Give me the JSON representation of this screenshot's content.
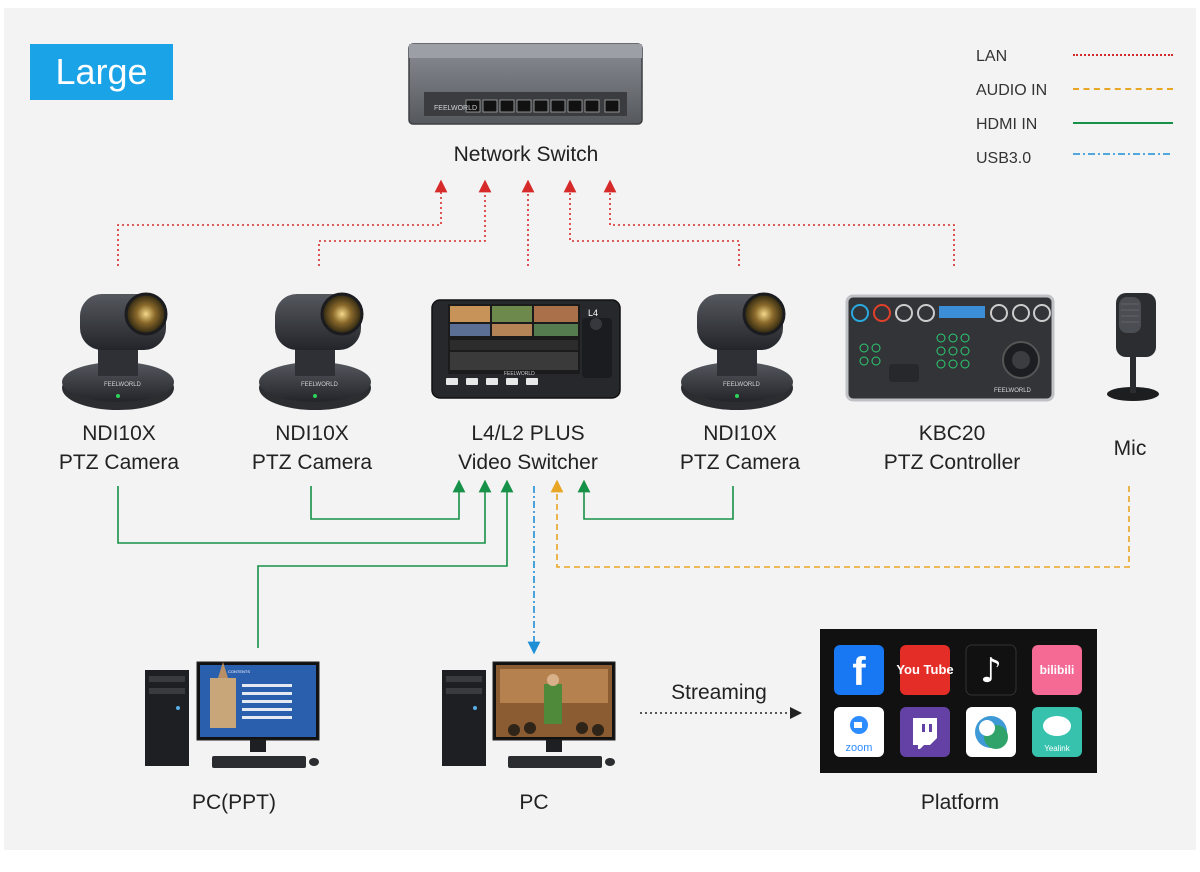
{
  "size_badge": "Large",
  "legend": [
    {
      "label": "LAN",
      "color": "#d62a2a",
      "style": "dotted"
    },
    {
      "label": "AUDIO IN",
      "color": "#e9a524",
      "style": "dashed"
    },
    {
      "label": "HDMI IN",
      "color": "#179147",
      "style": "solid"
    },
    {
      "label": "USB3.0",
      "color": "#1d8fd6",
      "style": "dash-dot"
    }
  ],
  "devices": {
    "network_switch": {
      "label": "Network Switch",
      "device_text": "FEELWORLD"
    },
    "camera_1": {
      "line1": "NDI10X",
      "line2": "PTZ Camera",
      "brand": "FEELWORLD"
    },
    "camera_2": {
      "line1": "NDI10X",
      "line2": "PTZ Camera",
      "brand": "FEELWORLD"
    },
    "video_switcher": {
      "line1": "L4/L2 PLUS",
      "line2": "Video Switcher",
      "model_mark": "L4",
      "brand": "FEELWORLD"
    },
    "camera_3": {
      "line1": "NDI10X",
      "line2": "PTZ Camera",
      "brand": "FEELWORLD"
    },
    "ptz_controller": {
      "line1": "KBC20",
      "line2": "PTZ Controller",
      "brand": "FEELWORLD"
    },
    "mic": {
      "label": "Mic"
    },
    "pc_ppt": {
      "label": "PC(PPT)",
      "slide_title": "CONTENTS"
    },
    "pc": {
      "label": "PC"
    },
    "platform": {
      "label": "Platform"
    }
  },
  "streaming_label": "Streaming",
  "platform_icons": [
    {
      "name": "facebook",
      "text": "f",
      "color": "#1877f2"
    },
    {
      "name": "youtube",
      "text": "You Tube",
      "color": "#e52d27"
    },
    {
      "name": "tiktok",
      "text": "♪",
      "color": "#111111"
    },
    {
      "name": "bilibili",
      "text": "bilibili",
      "color": "#f56a95"
    },
    {
      "name": "zoom",
      "text": "zoom",
      "color": "#2d8cff"
    },
    {
      "name": "twitch",
      "text": "",
      "color": "#6441a5"
    },
    {
      "name": "streaming-app",
      "text": "",
      "color": "#3d9ad6"
    },
    {
      "name": "yealink",
      "text": "Yealink",
      "color": "#37c2ae"
    }
  ]
}
